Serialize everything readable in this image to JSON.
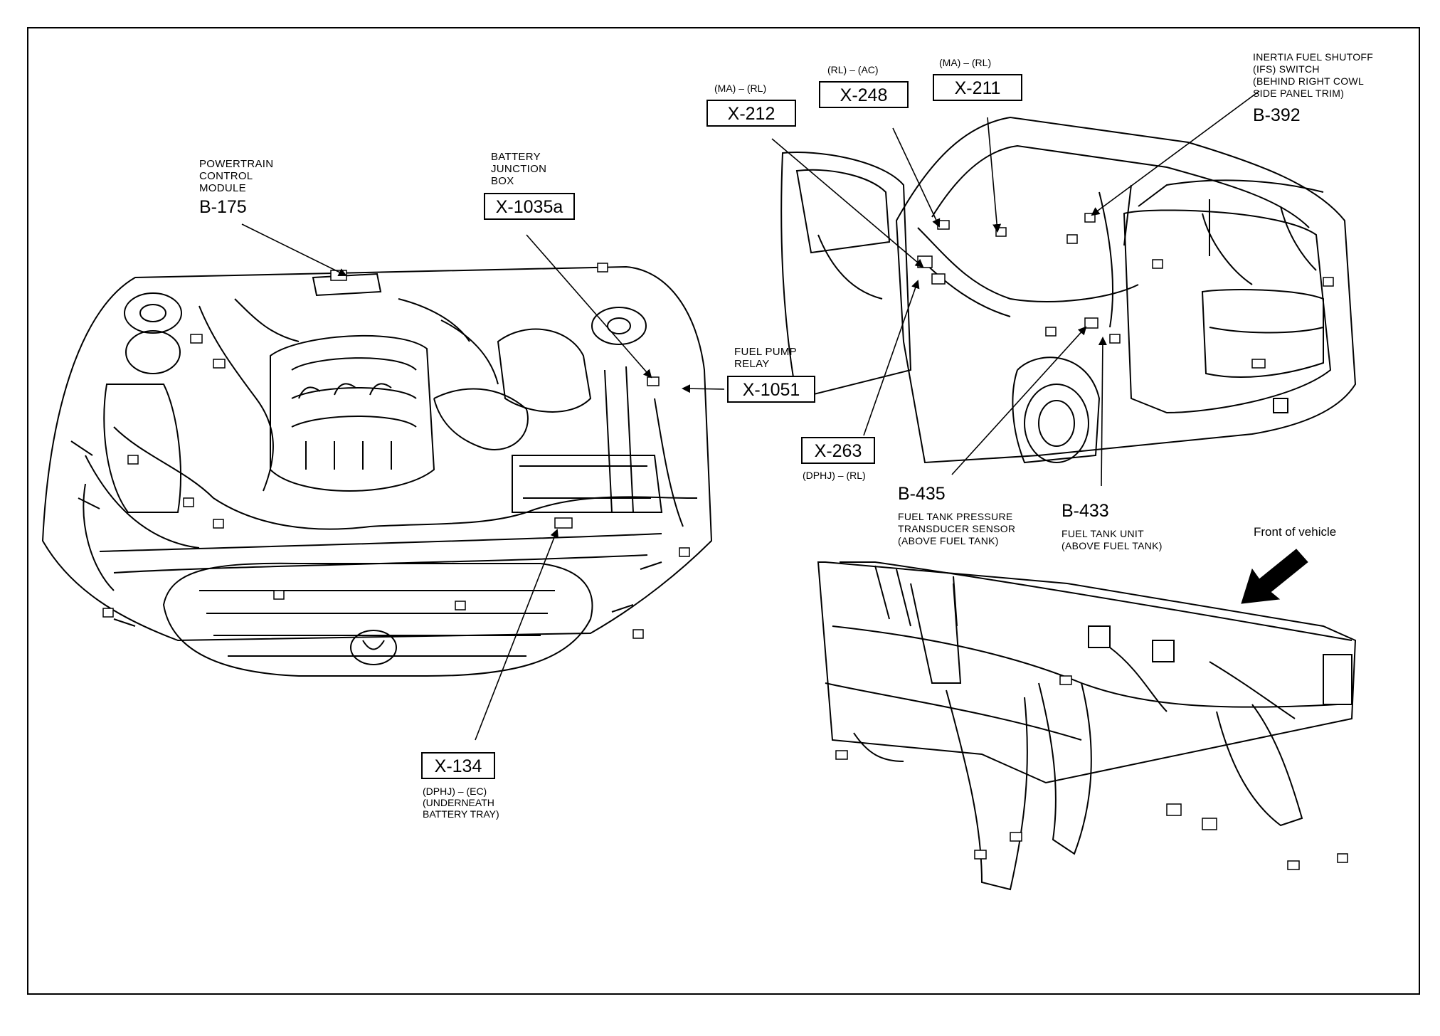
{
  "callouts": {
    "pcm": {
      "desc": "POWERTRAIN\nCONTROL\nMODULE",
      "id": "B-175"
    },
    "bjb": {
      "desc": "BATTERY\nJUNCTION\nBOX",
      "box": "X-1035a"
    },
    "fpr": {
      "desc": "FUEL PUMP\nRELAY",
      "box": "X-1051"
    },
    "x134": {
      "box": "X-134",
      "sub": "(DPHJ) – (EC)\n(UNDERNEATH\nBATTERY TRAY)"
    },
    "x212": {
      "code": "(MA) – (RL)",
      "box": "X-212"
    },
    "x248": {
      "code": "(RL) – (AC)",
      "box": "X-248"
    },
    "x211": {
      "code": "(MA) – (RL)",
      "box": "X-211"
    },
    "ifs": {
      "desc": "INERTIA FUEL SHUTOFF\n(IFS) SWITCH\n(BEHIND RIGHT COWL\nSIDE PANEL TRIM)",
      "id": "B-392"
    },
    "x263": {
      "box": "X-263",
      "sub": "(DPHJ) – (RL)"
    },
    "b435": {
      "id": "B-435",
      "desc": "FUEL TANK PRESSURE\nTRANSDUCER SENSOR\n(ABOVE FUEL TANK)"
    },
    "b433": {
      "id": "B-433",
      "desc": "FUEL TANK UNIT\n(ABOVE FUEL TANK)"
    }
  },
  "front_note": "Front of vehicle",
  "icons": [
    "front-direction-arrow-icon"
  ]
}
